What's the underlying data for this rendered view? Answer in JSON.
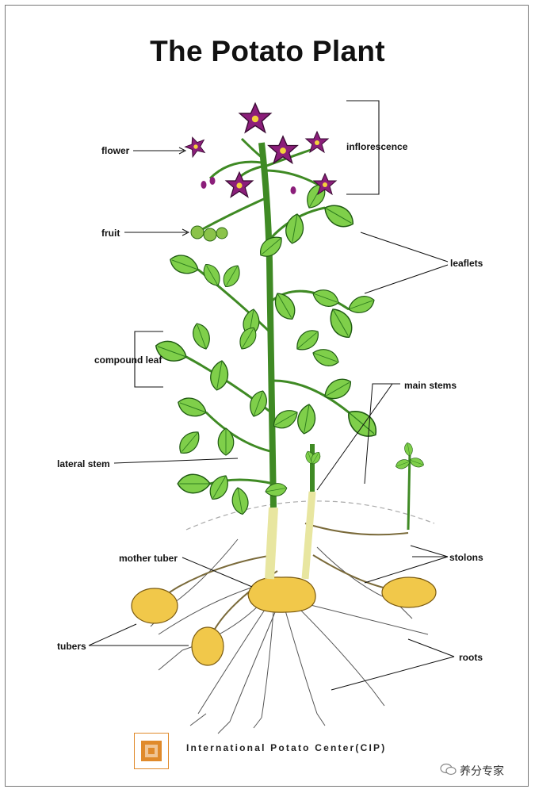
{
  "title": "The Potato Plant",
  "labels": {
    "flower": "flower",
    "inflorescence": "inflorescence",
    "fruit": "fruit",
    "leaflets": "leaflets",
    "compound_leaf": "compound leaf",
    "main_stems": "main stems",
    "lateral_stem": "lateral stem",
    "mother_tuber": "mother tuber",
    "stolons": "stolons",
    "tubers": "tubers",
    "roots": "roots"
  },
  "footer": {
    "organization": "International Potato Center(CIP)",
    "watermark": "养分专家"
  },
  "colors": {
    "leaf": "#7fcf4a",
    "leaf_dark": "#2e7d1e",
    "stem": "#4a9a2c",
    "flower": "#8b1e7a",
    "tuber": "#f1c84a",
    "root": "#555555",
    "logo": "#e08a2b"
  }
}
